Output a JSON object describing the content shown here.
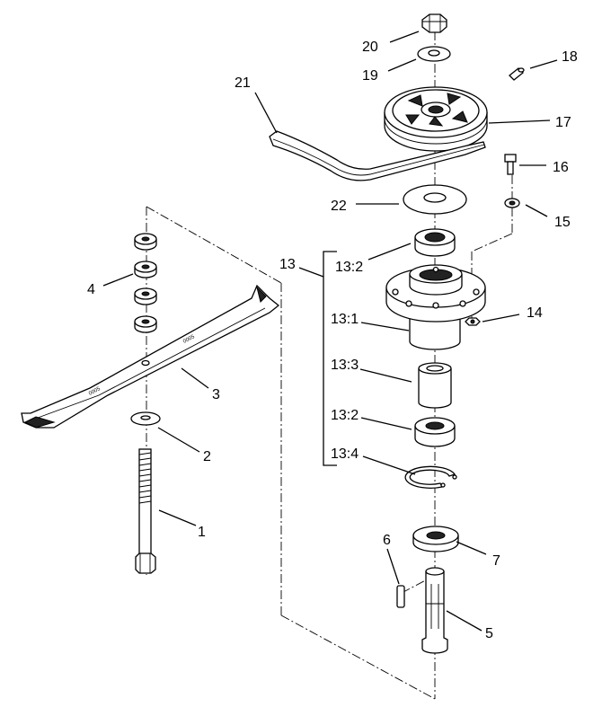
{
  "diagram": {
    "labels": {
      "p1": "1",
      "p2": "2",
      "p3": "3",
      "p4": "4",
      "p5": "5",
      "p6": "6",
      "p7": "7",
      "p13": "13",
      "p13_1": "13:1",
      "p13_2a": "13:2",
      "p13_2b": "13:2",
      "p13_3": "13:3",
      "p13_4": "13:4",
      "p14": "14",
      "p15": "15",
      "p16": "16",
      "p17": "17",
      "p18": "18",
      "p19": "19",
      "p20": "20",
      "p21": "21",
      "p22": "22"
    },
    "blade_marks": [
      "0005",
      "0005"
    ]
  }
}
